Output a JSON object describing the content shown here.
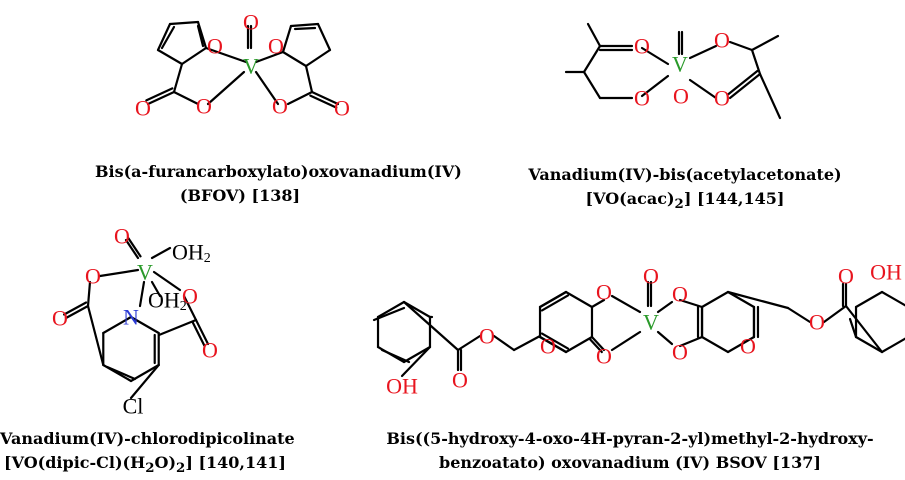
{
  "colors": {
    "oxygen": "#e8141e",
    "vanadium": "#2a9a2a",
    "nitrogen": "#2b3ad6",
    "bond": "#000000",
    "chlorine": "#000000"
  },
  "atoms": {
    "oxygen": "O",
    "vanadium": "V",
    "nitrogen": "N",
    "chlorine": "Cl",
    "hydroxyl": "OH",
    "water_o": "OH",
    "water_sub": "2",
    "water_o2": "OH",
    "water_sub2": "2"
  },
  "compounds": [
    {
      "name": "Bis(a-furancarboxylato)oxovanadium(IV)",
      "abbrev": "(BFOV) [138]"
    },
    {
      "name": "Vanadium(IV)-bis(acetylacetonate)",
      "formula_prefix": "[VO(acac)",
      "formula_sub": "2",
      "formula_suffix": "] [144,145]"
    },
    {
      "name": "Vanadium(IV)-chlorodipicolinate",
      "formula_prefix": "[VO(dipic-Cl)(H",
      "formula_sub1": "2",
      "formula_mid": "O)",
      "formula_sub2": "2",
      "formula_suffix": "] [140,141]"
    },
    {
      "name": "Bis((5-hydroxy-4-oxo-4H-pyran-2-yl)methyl-2-hydroxy-",
      "name_line2": "benzoatato) oxovanadium (IV) BSOV [137]"
    }
  ]
}
